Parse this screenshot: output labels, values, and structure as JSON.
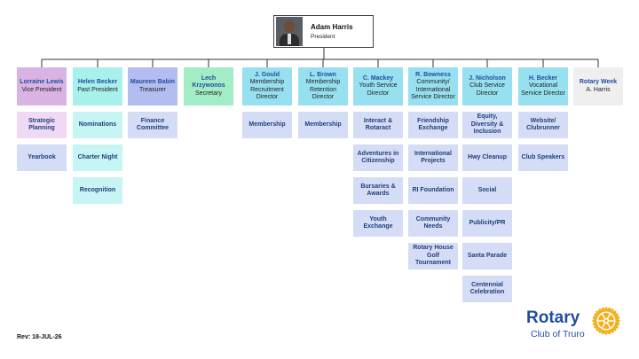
{
  "president": {
    "name": "Adam Harris",
    "role": "President"
  },
  "columns": [
    {
      "name": "Lorraine Lewis",
      "role": "Vice President",
      "color": "#d9b3e3",
      "items": [
        "Strategic Planning",
        "Yearbook"
      ],
      "item_colors": [
        "#f0d9f5",
        "#d5dcf5"
      ]
    },
    {
      "name": "Helen Becker",
      "role": "Past President",
      "color": "#a8f0ec",
      "items": [
        "Nominations",
        "Charter Night",
        "Recognition"
      ],
      "item_colors": [
        "#c6f5f3",
        "#c6f5f3",
        "#c6f5f3"
      ]
    },
    {
      "name": "Maureen Babin",
      "role": "Treasurer",
      "color": "#b3bdf0",
      "items": [
        "Finance Committee"
      ],
      "item_colors": [
        "#d5dcf5"
      ]
    },
    {
      "name": "Lech Krzywonos",
      "role": "Secretary",
      "color": "#a3edc6",
      "items": [],
      "item_colors": []
    },
    {
      "name": "J. Gould",
      "role": "Membership Recruitment Director",
      "color": "#96e0f0",
      "items": [
        "Membership"
      ],
      "item_colors": [
        "#d5dcf5"
      ]
    },
    {
      "name": "L. Brown",
      "role": "Membership Retention Director",
      "color": "#96e0f0",
      "items": [
        "Membership"
      ],
      "item_colors": [
        "#d5dcf5"
      ]
    },
    {
      "name": "C. Mackey",
      "role": "Youth Service Director",
      "color": "#96e0f0",
      "items": [
        "Interact & Rotaract",
        "Adventures in Citizenship",
        "Bursaries & Awards",
        "Youth Exchange"
      ],
      "item_colors": [
        "#d5dcf5",
        "#d5dcf5",
        "#d5dcf5",
        "#d5dcf5"
      ]
    },
    {
      "name": "R. Bowness",
      "role": "Community/ International Service Director",
      "color": "#96e0f0",
      "items": [
        "Friendship Exchange",
        "International Projects",
        "RI Foundation",
        "Community Needs",
        "Rotary House Golf Tournament"
      ],
      "item_colors": [
        "#d5dcf5",
        "#d5dcf5",
        "#d5dcf5",
        "#d5dcf5",
        "#d5dcf5"
      ]
    },
    {
      "name": "J. Nicholson",
      "role": "Club Service Director",
      "color": "#96e0f0",
      "items": [
        "Equity, Diversity & Inclusion",
        "Hwy Cleanup",
        "Social",
        "Publicity/PR",
        "Santa Parade",
        "Centennial Celebration"
      ],
      "item_colors": [
        "#d5dcf5",
        "#d5dcf5",
        "#d5dcf5",
        "#d5dcf5",
        "#d5dcf5",
        "#d5dcf5"
      ]
    },
    {
      "name": "H. Becker",
      "role": "Vocational Service Director",
      "color": "#96e0f0",
      "items": [
        "Website/ Clubrunner",
        "Club Speakers"
      ],
      "item_colors": [
        "#d5dcf5",
        "#d5dcf5"
      ]
    },
    {
      "name": "Rotary Week",
      "role": "A. Harris",
      "color": "#efefef",
      "items": [],
      "item_colors": []
    }
  ],
  "revision": "Rev: 18-JUL-26",
  "logo": {
    "word": "Rotary",
    "club": "Club of Truro",
    "color": "#1f4e9c",
    "wheel_color": "#f2b01e"
  },
  "connector_color": "#333333"
}
